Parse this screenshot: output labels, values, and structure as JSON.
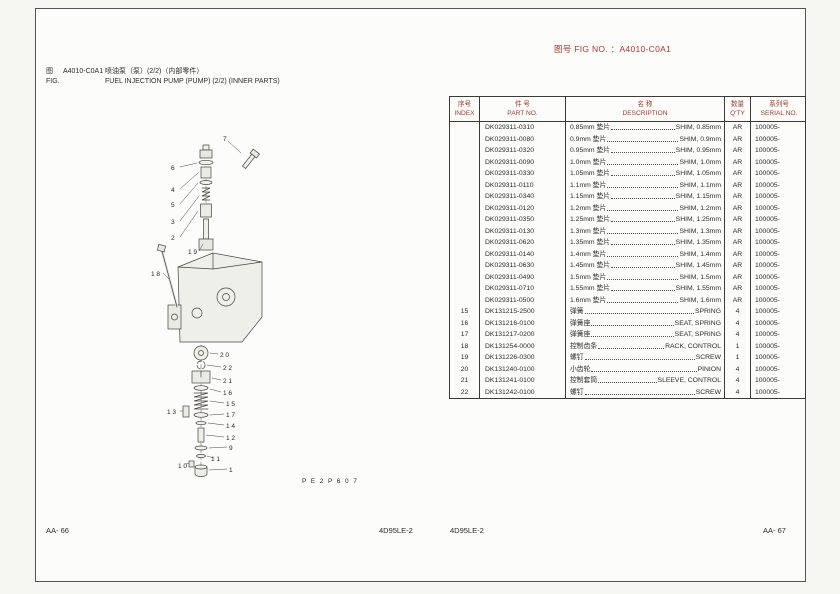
{
  "accent_red": "#ad382d",
  "left_page": {
    "fig_label_cn": "图",
    "fig_label_en": "FIG.",
    "fig_no": "A4010-C0A1",
    "title_cn": "喷油泵（泵）(2/2)（内部零件）",
    "title_en": "FUEL INJECTION PUMP (PUMP) (2/2) (INNER PARTS)",
    "footer_page": "AA- 66",
    "footer_model": "4D95LE-2"
  },
  "right_page": {
    "fig_no_line": "图号 FIG NO. ：A4010-C0A1",
    "footer_model": "4D95LE-2",
    "footer_page": "AA- 67"
  },
  "diagram": {
    "drawing_code": "P E 2 P 6 0 7",
    "callouts": {
      "c7": "7",
      "c6": "6",
      "c4": "4",
      "c5": "5",
      "c3": "3",
      "c2": "2",
      "c19": "1 9",
      "c18": "1 8",
      "c20": "2 0",
      "c22": "2 2",
      "c21": "2 1",
      "c16": "1 6",
      "c15": "1 5",
      "c17": "1 7",
      "c14": "1 4",
      "c13": "1 3",
      "c12": "1 2",
      "c9": "9",
      "c11": "1 1",
      "c10": "1 0",
      "c1": "1"
    }
  },
  "table": {
    "headers": {
      "index_cn": "序号",
      "index_en": "INDEX",
      "part_cn": "件 号",
      "part_en": "PART NO.",
      "desc_cn": "名 称",
      "desc_en": "DESCRIPTION",
      "qty_cn": "数量",
      "qty_en": "Q'TY",
      "serial_cn": "系列号",
      "serial_en": "SERIAL NO."
    },
    "rows": [
      {
        "idx": "",
        "part": "DK029311-0310",
        "cn": "0.85mm 垫片",
        "en": "SHIM, 0.85mm",
        "qty": "AR",
        "serial": "100005-"
      },
      {
        "idx": "",
        "part": "DK029311-0080",
        "cn": "0.9mm 垫片",
        "en": "SHIM, 0.9mm",
        "qty": "AR",
        "serial": "100005-"
      },
      {
        "idx": "",
        "part": "DK029311-0320",
        "cn": "0.95mm 垫片",
        "en": "SHIM, 0.95mm",
        "qty": "AR",
        "serial": "100005-"
      },
      {
        "idx": "",
        "part": "DK029311-0090",
        "cn": "1.0mm 垫片",
        "en": "SHIM, 1.0mm",
        "qty": "AR",
        "serial": "100005-"
      },
      {
        "idx": "",
        "part": "DK029311-0330",
        "cn": "1.05mm 垫片",
        "en": "SHIM, 1.05mm",
        "qty": "AR",
        "serial": "100005-"
      },
      {
        "idx": "",
        "part": "DK029311-0110",
        "cn": "1.1mm 垫片",
        "en": "SHIM, 1.1mm",
        "qty": "AR",
        "serial": "100005-"
      },
      {
        "idx": "",
        "part": "DK029311-0340",
        "cn": "1.15mm 垫片",
        "en": "SHIM, 1.15mm",
        "qty": "AR",
        "serial": "100005-"
      },
      {
        "idx": "",
        "part": "DK029311-0120",
        "cn": "1.2mm 垫片",
        "en": "SHIM, 1.2mm",
        "qty": "AR",
        "serial": "100005-"
      },
      {
        "idx": "",
        "part": "DK029311-0350",
        "cn": "1.25mm 垫片",
        "en": "SHIM, 1.25mm",
        "qty": "AR",
        "serial": "100005-"
      },
      {
        "idx": "",
        "part": "DK029311-0130",
        "cn": "1.3mm 垫片",
        "en": "SHIM, 1.3mm",
        "qty": "AR",
        "serial": "100005-"
      },
      {
        "idx": "",
        "part": "DK029311-0620",
        "cn": "1.35mm 垫片",
        "en": "SHIM, 1.35mm",
        "qty": "AR",
        "serial": "100005-"
      },
      {
        "idx": "",
        "part": "DK029311-0140",
        "cn": "1.4mm 垫片",
        "en": "SHIM, 1.4mm",
        "qty": "AR",
        "serial": "100005-"
      },
      {
        "idx": "",
        "part": "DK029311-0630",
        "cn": "1.45mm 垫片",
        "en": "SHIM, 1.45mm",
        "qty": "AR",
        "serial": "100005-"
      },
      {
        "idx": "",
        "part": "DK029311-0490",
        "cn": "1.5mm 垫片",
        "en": "SHIM, 1.5mm",
        "qty": "AR",
        "serial": "100005-"
      },
      {
        "idx": "",
        "part": "DK029311-0710",
        "cn": "1.55mm 垫片",
        "en": "SHIM, 1.55mm",
        "qty": "AR",
        "serial": "100005-"
      },
      {
        "idx": "",
        "part": "DK029311-0500",
        "cn": "1.6mm 垫片",
        "en": "SHIM, 1.6mm",
        "qty": "AR",
        "serial": "100005-"
      },
      {
        "idx": "15",
        "part": "DK131215-2500",
        "cn": "弹簧",
        "en": "SPRING",
        "qty": "4",
        "serial": "100005-"
      },
      {
        "idx": "16",
        "part": "DK131216-0100",
        "cn": "弹簧座",
        "en": "SEAT, SPRING",
        "qty": "4",
        "serial": "100005-"
      },
      {
        "idx": "17",
        "part": "DK131217-0200",
        "cn": "弹簧座",
        "en": "SEAT, SPRING",
        "qty": "4",
        "serial": "100005-"
      },
      {
        "idx": "18",
        "part": "DK131254-0000",
        "cn": "控制齿条",
        "en": "RACK, CONTROL",
        "qty": "1",
        "serial": "100005-"
      },
      {
        "idx": "19",
        "part": "DK131226-0300",
        "cn": "螺钉",
        "en": "SCREW",
        "qty": "1",
        "serial": "100005-"
      },
      {
        "idx": "20",
        "part": "DK131240-0100",
        "cn": "小齿轮",
        "en": "PINION",
        "qty": "4",
        "serial": "100005-"
      },
      {
        "idx": "21",
        "part": "DK131241-0100",
        "cn": "控制套筒",
        "en": "SLEEVE, CONTROL",
        "qty": "4",
        "serial": "100005-"
      },
      {
        "idx": "22",
        "part": "DK131242-0100",
        "cn": "螺钉",
        "en": "SCREW",
        "qty": "4",
        "serial": "100005-"
      }
    ]
  }
}
